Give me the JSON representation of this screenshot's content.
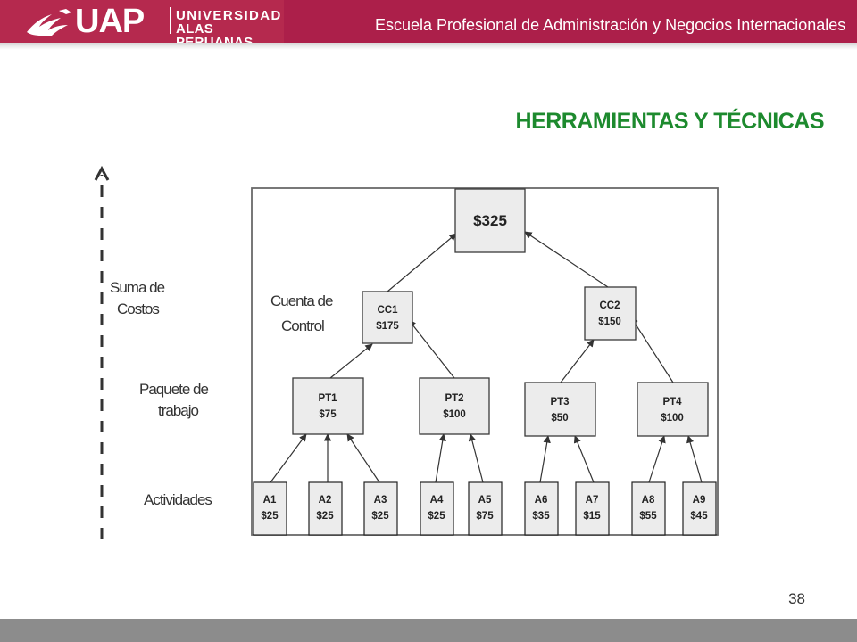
{
  "header": {
    "logo_abbr": "UAP",
    "logo_line1": "UNIVERSIDAD",
    "logo_line2": "ALAS PERUANAS",
    "school": "Escuela Profesional de Administración y Negocios Internacionales"
  },
  "title": "HERRAMIENTAS Y TÉCNICAS",
  "page_number": "38",
  "colors": {
    "header_bg": "#ac1f4a",
    "title_green": "#1d8a2e",
    "footer_bar": "#8c8c8c",
    "box_fill": "#ececec"
  },
  "diagram": {
    "axis": {
      "sum_label_line1": "Suma de",
      "sum_label_line2": "Costos",
      "package_label_line1": "Paquete de",
      "package_label_line2": "trabajo",
      "activities_label": "Actividades"
    },
    "control_label_line1": "Cuenta de",
    "control_label_line2": "Control",
    "root": {
      "value": "$325"
    },
    "control_accounts": [
      {
        "name": "CC1",
        "value": "$175"
      },
      {
        "name": "CC2",
        "value": "$150"
      }
    ],
    "work_packages": [
      {
        "name": "PT1",
        "value": "$75"
      },
      {
        "name": "PT2",
        "value": "$100"
      },
      {
        "name": "PT3",
        "value": "$50"
      },
      {
        "name": "PT4",
        "value": "$100"
      }
    ],
    "activities": [
      {
        "name": "A1",
        "value": "$25"
      },
      {
        "name": "A2",
        "value": "$25"
      },
      {
        "name": "A3",
        "value": "$25"
      },
      {
        "name": "A4",
        "value": "$25"
      },
      {
        "name": "A5",
        "value": "$75"
      },
      {
        "name": "A6",
        "value": "$35"
      },
      {
        "name": "A7",
        "value": "$15"
      },
      {
        "name": "A8",
        "value": "$55"
      },
      {
        "name": "A9",
        "value": "$45"
      }
    ]
  }
}
